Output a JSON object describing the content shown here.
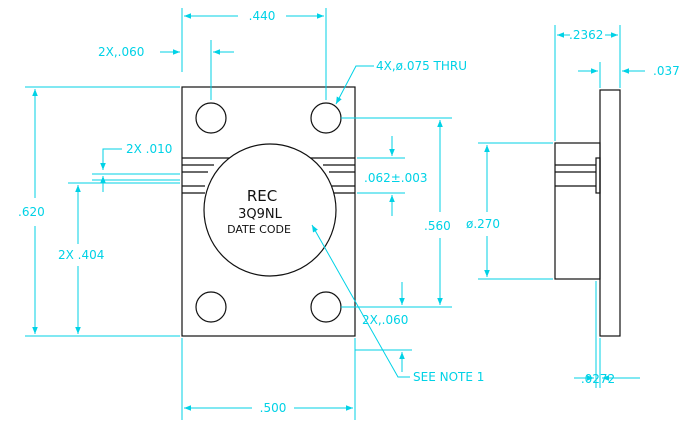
{
  "part": {
    "brand": "REC",
    "model": "3Q9NL",
    "date_code": "DATE CODE"
  },
  "dimensions": {
    "top_width": ".440",
    "top_hole_offset": "2X,.060",
    "hole_spec": "4X,ø.075 THRU",
    "lead_thickness": "2X .010",
    "overall_height": ".620",
    "lead_height": "2X .404",
    "lead_spacing": ".062±.003",
    "hole_vertical_spacing": ".560",
    "bottom_hole_offset": "2X,.060",
    "see_note": "SEE NOTE 1",
    "body_width": ".500",
    "side_total": ".2362",
    "side_flange": ".037",
    "diameter": "ø.270",
    "side_body": ".0272"
  },
  "colors": {
    "dimension": "#00d2e6",
    "outline": "#111111"
  }
}
